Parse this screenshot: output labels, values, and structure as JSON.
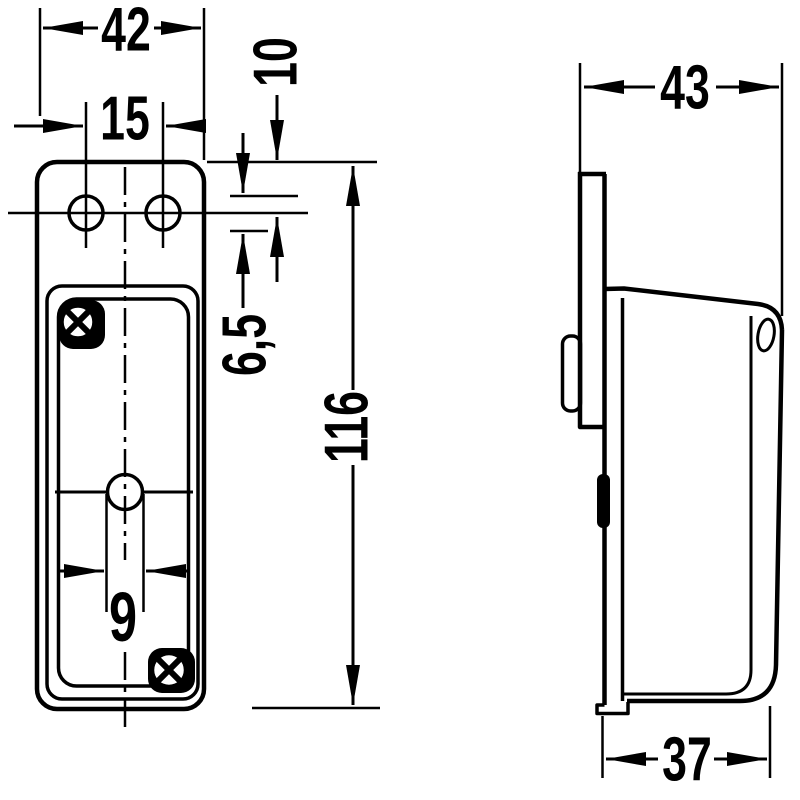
{
  "drawing": {
    "kind": "technical dimension drawing, two orthographic views of a clearance / marker lamp",
    "style": {
      "ink": "#000000",
      "paper": "#ffffff"
    }
  },
  "dimensions": {
    "bracket_width": "42",
    "hole_spacing": "15",
    "top_edge_to_hole_center": "10",
    "mounting_hole_diameter": "6,5",
    "overall_height": "116",
    "center_hole_diameter": "9",
    "overall_depth": "43",
    "housing_depth": "37"
  }
}
